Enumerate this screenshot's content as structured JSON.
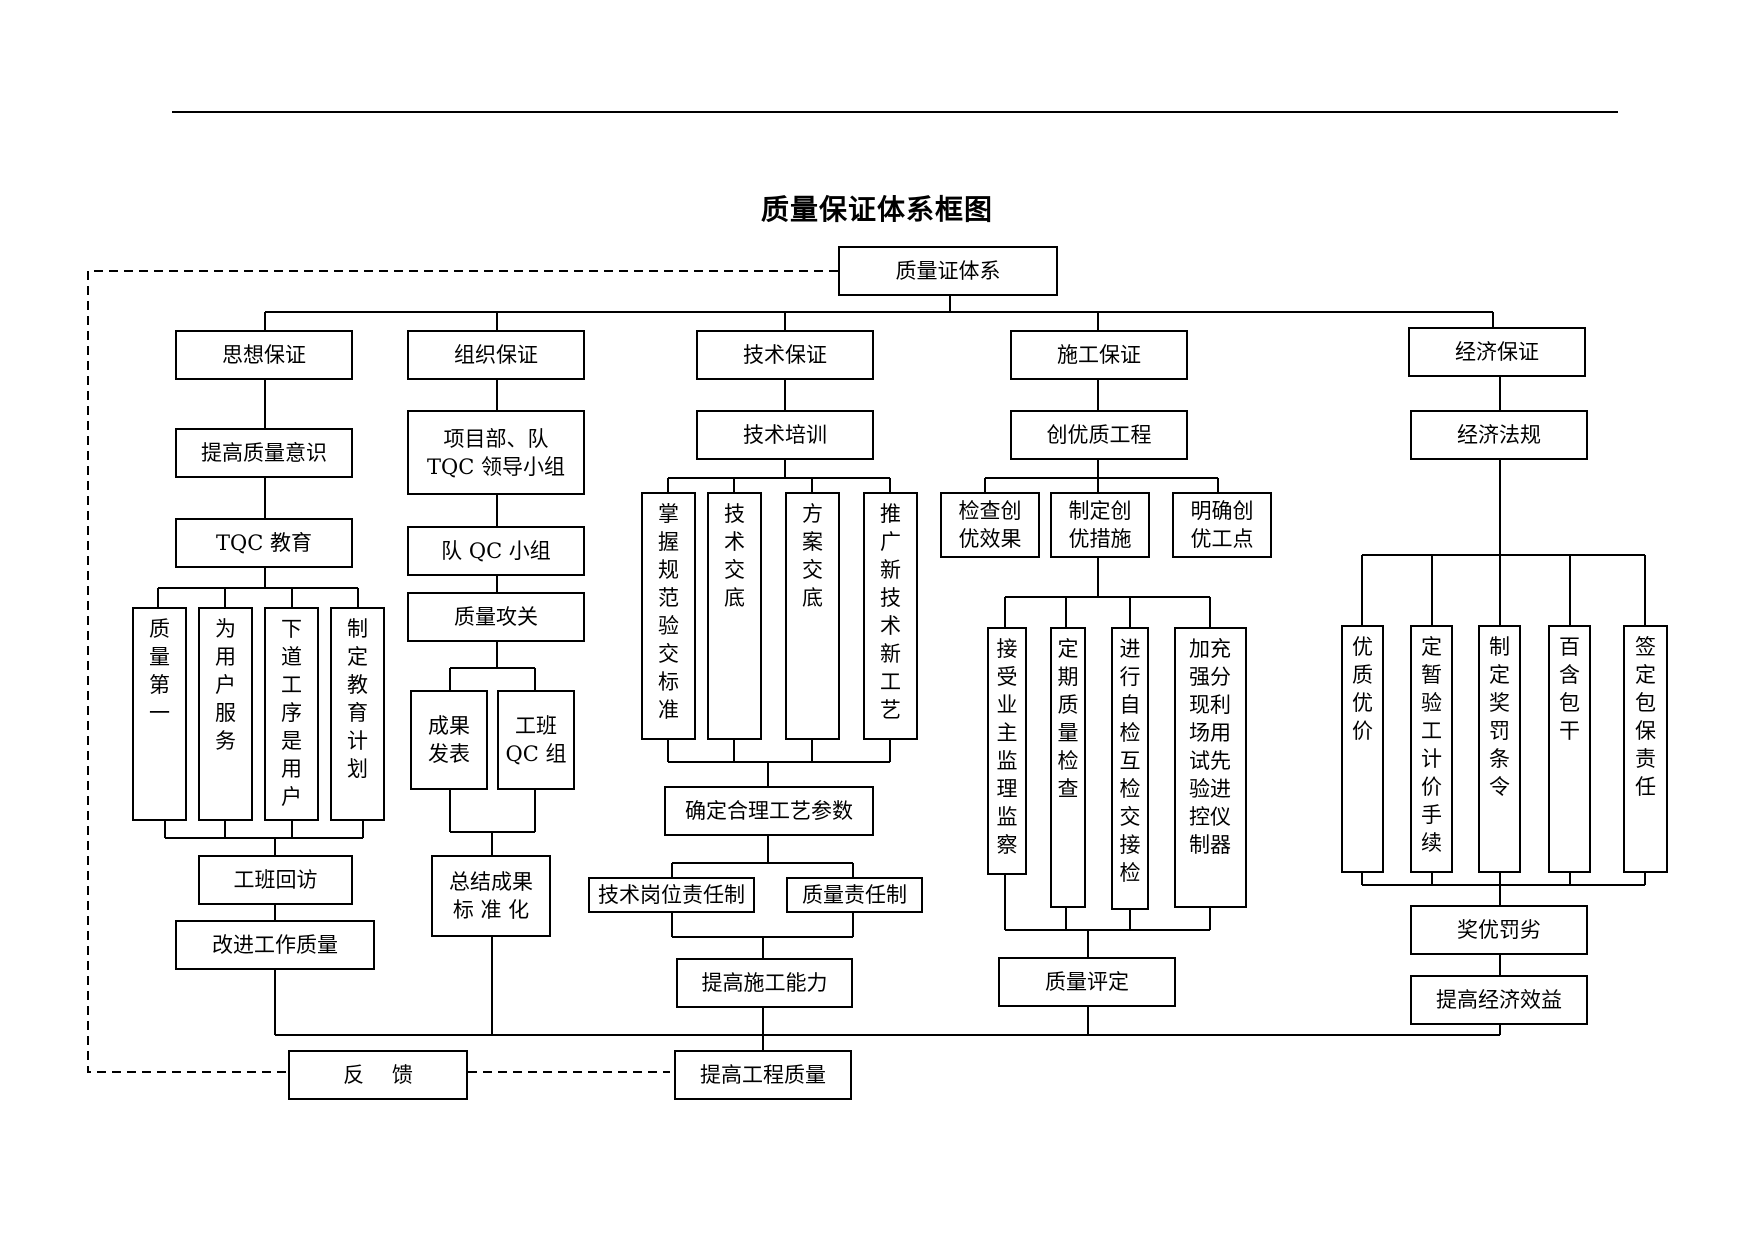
{
  "title": "质量保证体系框图",
  "root": "质量证体系",
  "feedback": "反　 馈",
  "final": "提高工程质量",
  "columns": {
    "sixiang": {
      "head": "思想保证",
      "items": [
        "提高质量意识",
        "TQC 教育"
      ],
      "verticals": [
        "质量第一",
        "为用户服务",
        "下道工序是用户",
        "制定教育计划"
      ],
      "after": [
        "工班回访",
        "改进工作质量"
      ]
    },
    "zuzhi": {
      "head": "组织保证",
      "items": [
        "项目部、队\nTQC 领导小组",
        "队 QC 小组",
        "质量攻关"
      ],
      "split": [
        "成果\n发表",
        "工班\nQC 组"
      ],
      "after": [
        "总结成果\n标 准 化"
      ]
    },
    "jishu": {
      "head": "技术保证",
      "items": [
        "技术培训"
      ],
      "verticals": [
        "掌握规范验交标准",
        "技术交底",
        "方案交底",
        "推广新技术新工艺"
      ],
      "after": [
        "确定合理工艺参数"
      ],
      "split": [
        "技术岗位责任制",
        "质量责任制"
      ],
      "final": "提高施工能力"
    },
    "shigong": {
      "head": "施工保证",
      "items": [
        "创优质工程"
      ],
      "small": [
        "检查创\n优效果",
        "制定创\n优措施",
        "明确创\n优工点"
      ],
      "verticals": [
        "接受业主监理监察",
        "定期质量检查",
        "进行自检互检交接检",
        "加充强分现利场用试先验进控仪制器"
      ],
      "after": [
        "质量评定"
      ]
    },
    "jingji": {
      "head": "经济保证",
      "items": [
        "经济法规"
      ],
      "verticals": [
        "优质优价",
        "定暂验工计价手续",
        "制定奖罚条令",
        "百含包干",
        "签定包保责任"
      ],
      "after": [
        "奖优罚劣",
        "提高经济效益"
      ]
    }
  }
}
